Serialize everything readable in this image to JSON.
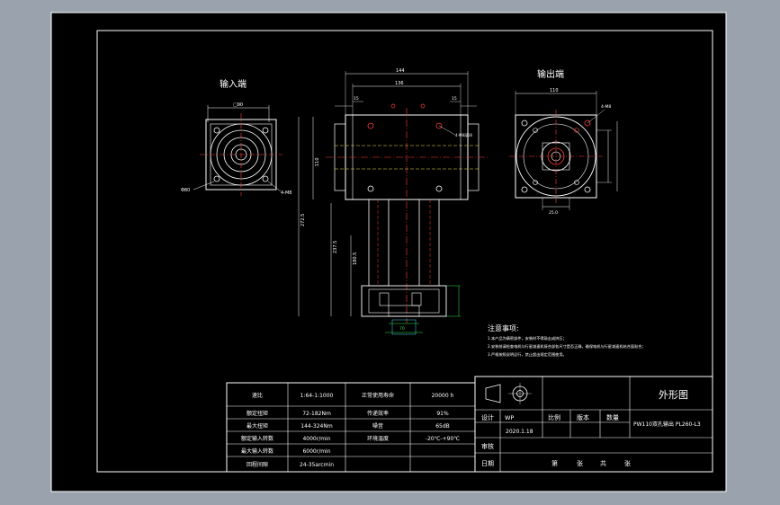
{
  "colors": {
    "frame_bg": "#9aa3ad",
    "paper": "#000000",
    "line": "#ffffff",
    "red": "#ff3b3b",
    "cyan": "#3fd6e6",
    "green": "#34e04a",
    "yellow": "#e8e84a",
    "magenta": "#e04ae0"
  },
  "views": {
    "input_label": "输入端",
    "output_label": "输出端"
  },
  "dims": {
    "d1": "144",
    "d2": "136",
    "d3": "15",
    "d4": "15",
    "d5": "110",
    "d6": "□90",
    "d7": "272.5",
    "d8": "237.5",
    "d9": "180.5",
    "d10": "70",
    "d11": "25.0",
    "d12": "4-M8",
    "d13": "Φ80",
    "d14": "4-M8深16"
  },
  "notes": {
    "title": "注意事项:",
    "lines": [
      "1.本产品为精密部件，安装时不得敲击或挤压；",
      "2.安装前请检查电机与行星减速机接合部各尺寸是否正确，确保电机与行星减速机结合面贴合；",
      "3.严格按照说明运行，禁止超出规定范围使用。"
    ]
  },
  "spec_table": {
    "rows": [
      [
        "速比",
        "1:64-1:1000",
        "正常使用寿命",
        "20000 h"
      ],
      [
        "额定扭矩",
        "72-182Nm",
        "传递效率",
        "91%"
      ],
      [
        "最大扭矩",
        "144-324Nm",
        "噪音",
        "65dB"
      ],
      [
        "额定输入转数",
        "4000r/min",
        "环境温度",
        "-20℃-+90℃"
      ],
      [
        "最大输入转数",
        "6000r/min",
        "",
        ""
      ],
      [
        "回程间隙",
        "24-35arcmin",
        "",
        ""
      ]
    ]
  },
  "title_block": {
    "drawing_title": "外形图",
    "design_label": "设计",
    "designer": "WP",
    "date": "2020.1.18",
    "scale_label": "比例",
    "version_label": "版本",
    "qty_label": "数量",
    "part_name": "PW110双孔输出 PL260-L3",
    "review_label": "审核",
    "date_label": "日期",
    "sheet_1": "第",
    "sheet_2": "张",
    "sheet_3": "共",
    "sheet_4": "张"
  }
}
